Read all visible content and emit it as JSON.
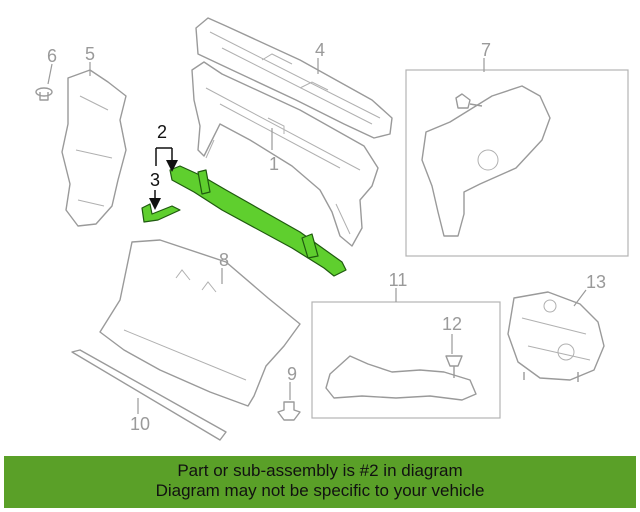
{
  "callouts": {
    "c1": "1",
    "c2": "2",
    "c3": "3",
    "c4": "4",
    "c5": "5",
    "c6": "6",
    "c7": "7",
    "c8": "8",
    "c9": "9",
    "c10": "10",
    "c11": "11",
    "c12": "12",
    "c13": "13"
  },
  "highlight_color": "#5fcf2e",
  "banner_color": "#5aa028",
  "banner": {
    "line1": "Part or sub-assembly is #2 in diagram",
    "line2": "Diagram may not be specific to your vehicle"
  }
}
